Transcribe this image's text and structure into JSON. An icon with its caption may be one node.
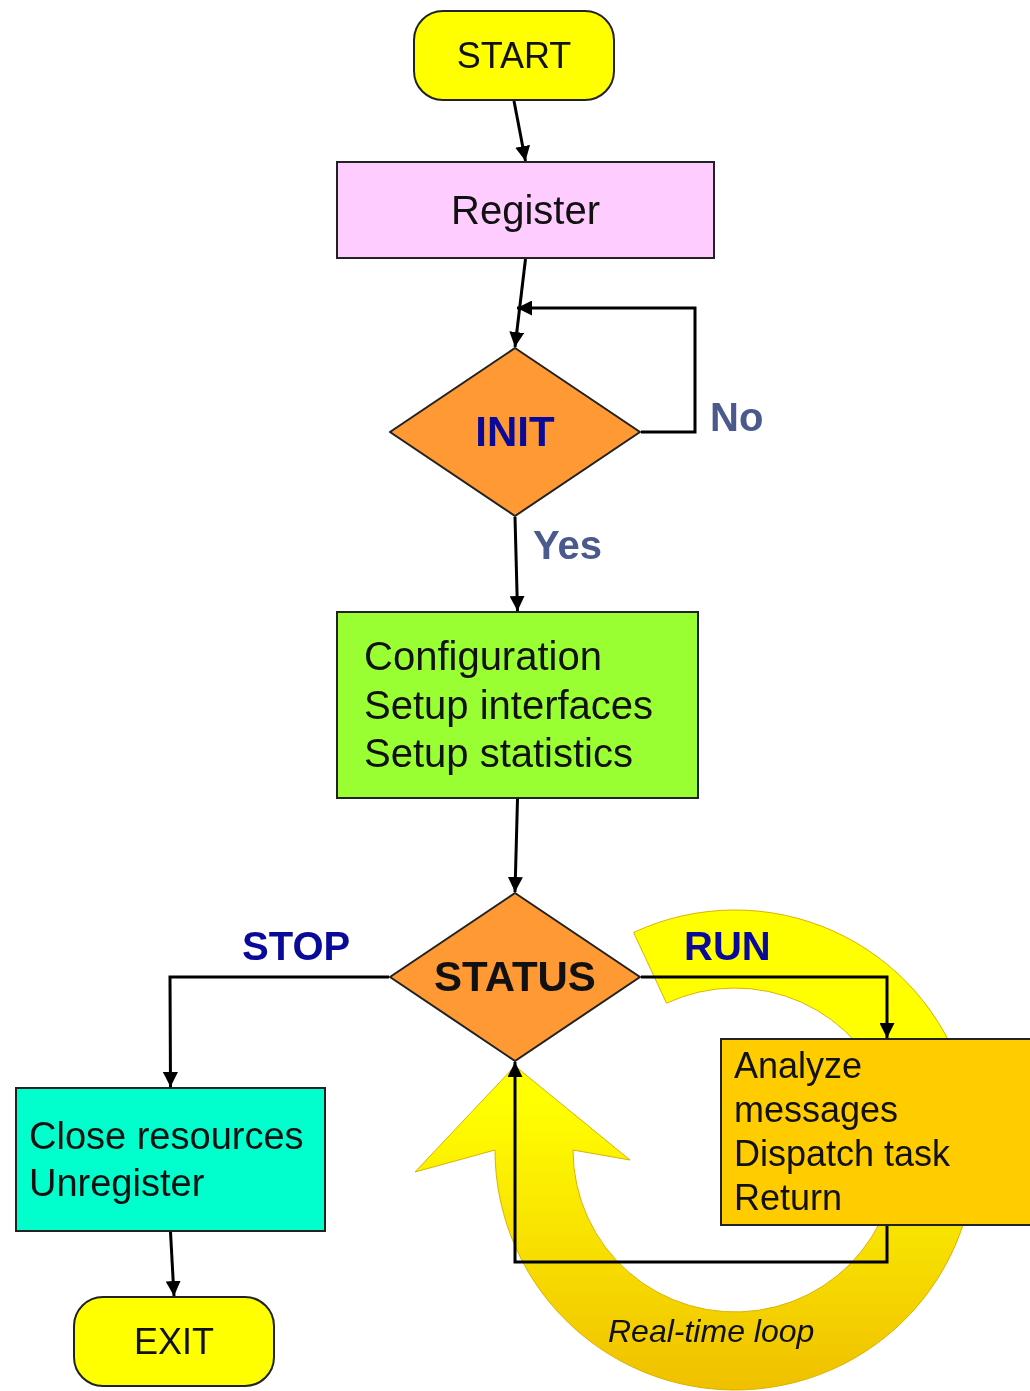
{
  "diagram": {
    "nodes": [
      {
        "text": [
          "START"
        ]
      },
      {
        "text": [
          "Register"
        ]
      },
      {
        "text": [
          "INIT"
        ]
      },
      {
        "text": [
          "Configuration",
          "Setup interfaces",
          "Setup statistics"
        ]
      },
      {
        "text": [
          "STATUS"
        ]
      },
      {
        "text": [
          "Close resources",
          "Unregister"
        ]
      },
      {
        "text": [
          "EXIT"
        ]
      },
      {
        "text": [
          "Analyze messages",
          "Dispatch task",
          "Return"
        ]
      },
      {
        "text": [
          "Real-time loop"
        ]
      }
    ],
    "edges": [
      {
        "from": 0,
        "to": 1,
        "arrow": "to"
      },
      {
        "from": 1,
        "to": 2,
        "arrow": "to"
      },
      {
        "from": 2,
        "to": 2,
        "arrow": "to",
        "label": "No"
      },
      {
        "from": 2,
        "to": 3,
        "arrow": "to",
        "label": "Yes"
      },
      {
        "from": 3,
        "to": 4,
        "arrow": "to"
      },
      {
        "from": 4,
        "to": 5,
        "arrow": "to",
        "label": "STOP"
      },
      {
        "from": 4,
        "to": 7,
        "arrow": "to",
        "label": "RUN"
      },
      {
        "from": 7,
        "to": 4,
        "arrow": "to"
      },
      {
        "from": 5,
        "to": 6,
        "arrow": "to"
      }
    ]
  }
}
